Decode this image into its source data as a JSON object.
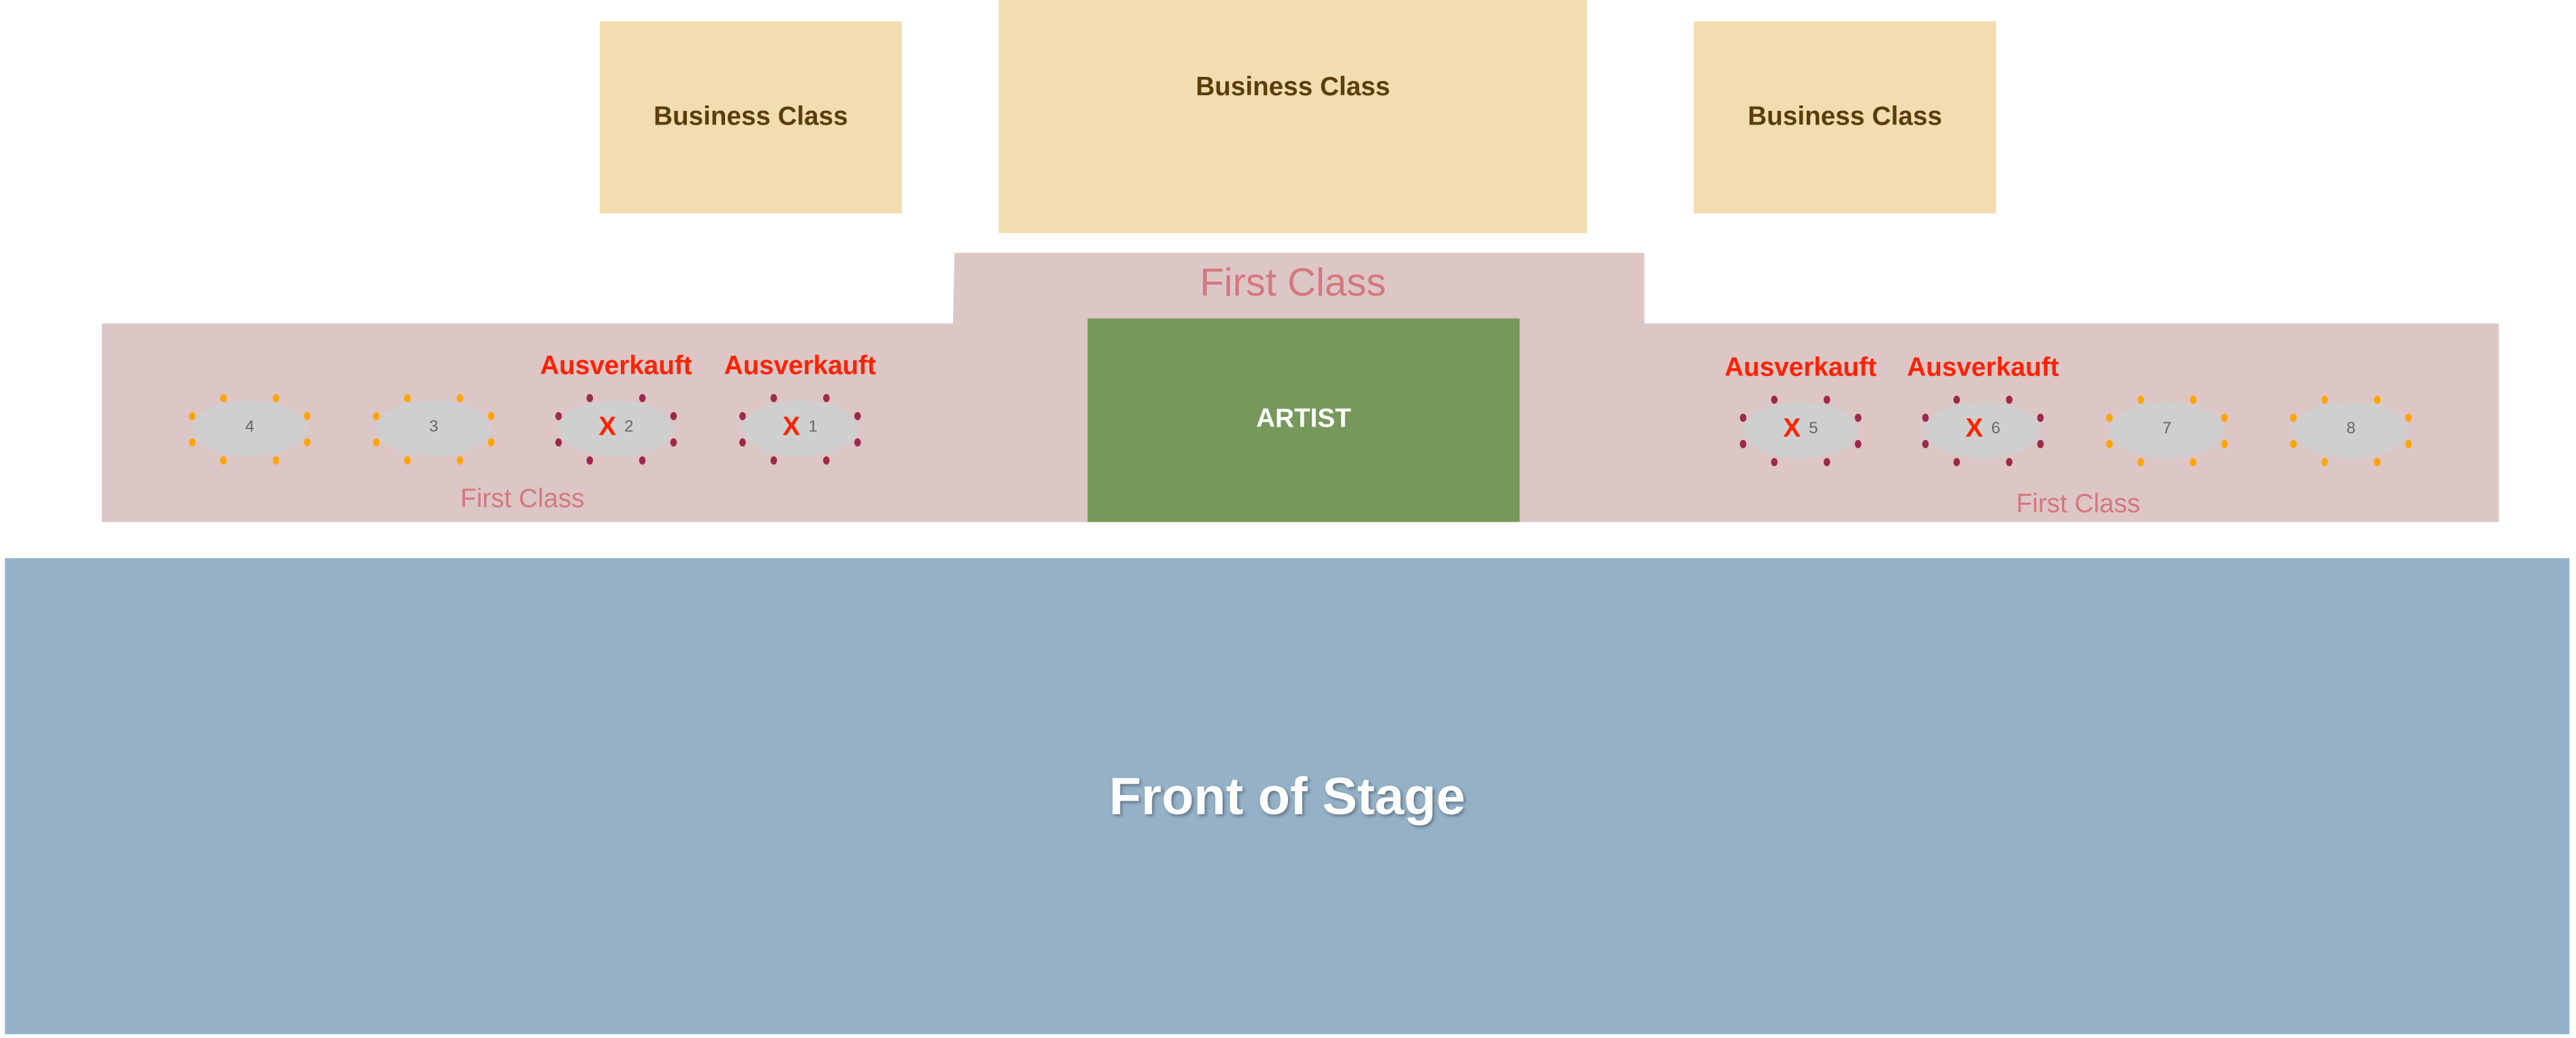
{
  "business_class": {
    "left_label": "Business Class",
    "center_label": "Business Class",
    "right_label": "Business Class"
  },
  "first_class": {
    "top_label": "First Class",
    "left_label": "First Class",
    "right_label": "First Class"
  },
  "artist_label": "ARTIST",
  "front_of_stage_label": "Front of Stage",
  "sold_out_label": "Ausverkauft",
  "sold_mark": "X",
  "colors": {
    "available_seat": "#ffa500",
    "sold_seat": "#9b2a4b"
  },
  "tables": [
    {
      "number": "4",
      "sold": false
    },
    {
      "number": "3",
      "sold": false
    },
    {
      "number": "2",
      "sold": true
    },
    {
      "number": "1",
      "sold": true
    },
    {
      "number": "5",
      "sold": true
    },
    {
      "number": "6",
      "sold": true
    },
    {
      "number": "7",
      "sold": false
    },
    {
      "number": "8",
      "sold": false
    }
  ]
}
